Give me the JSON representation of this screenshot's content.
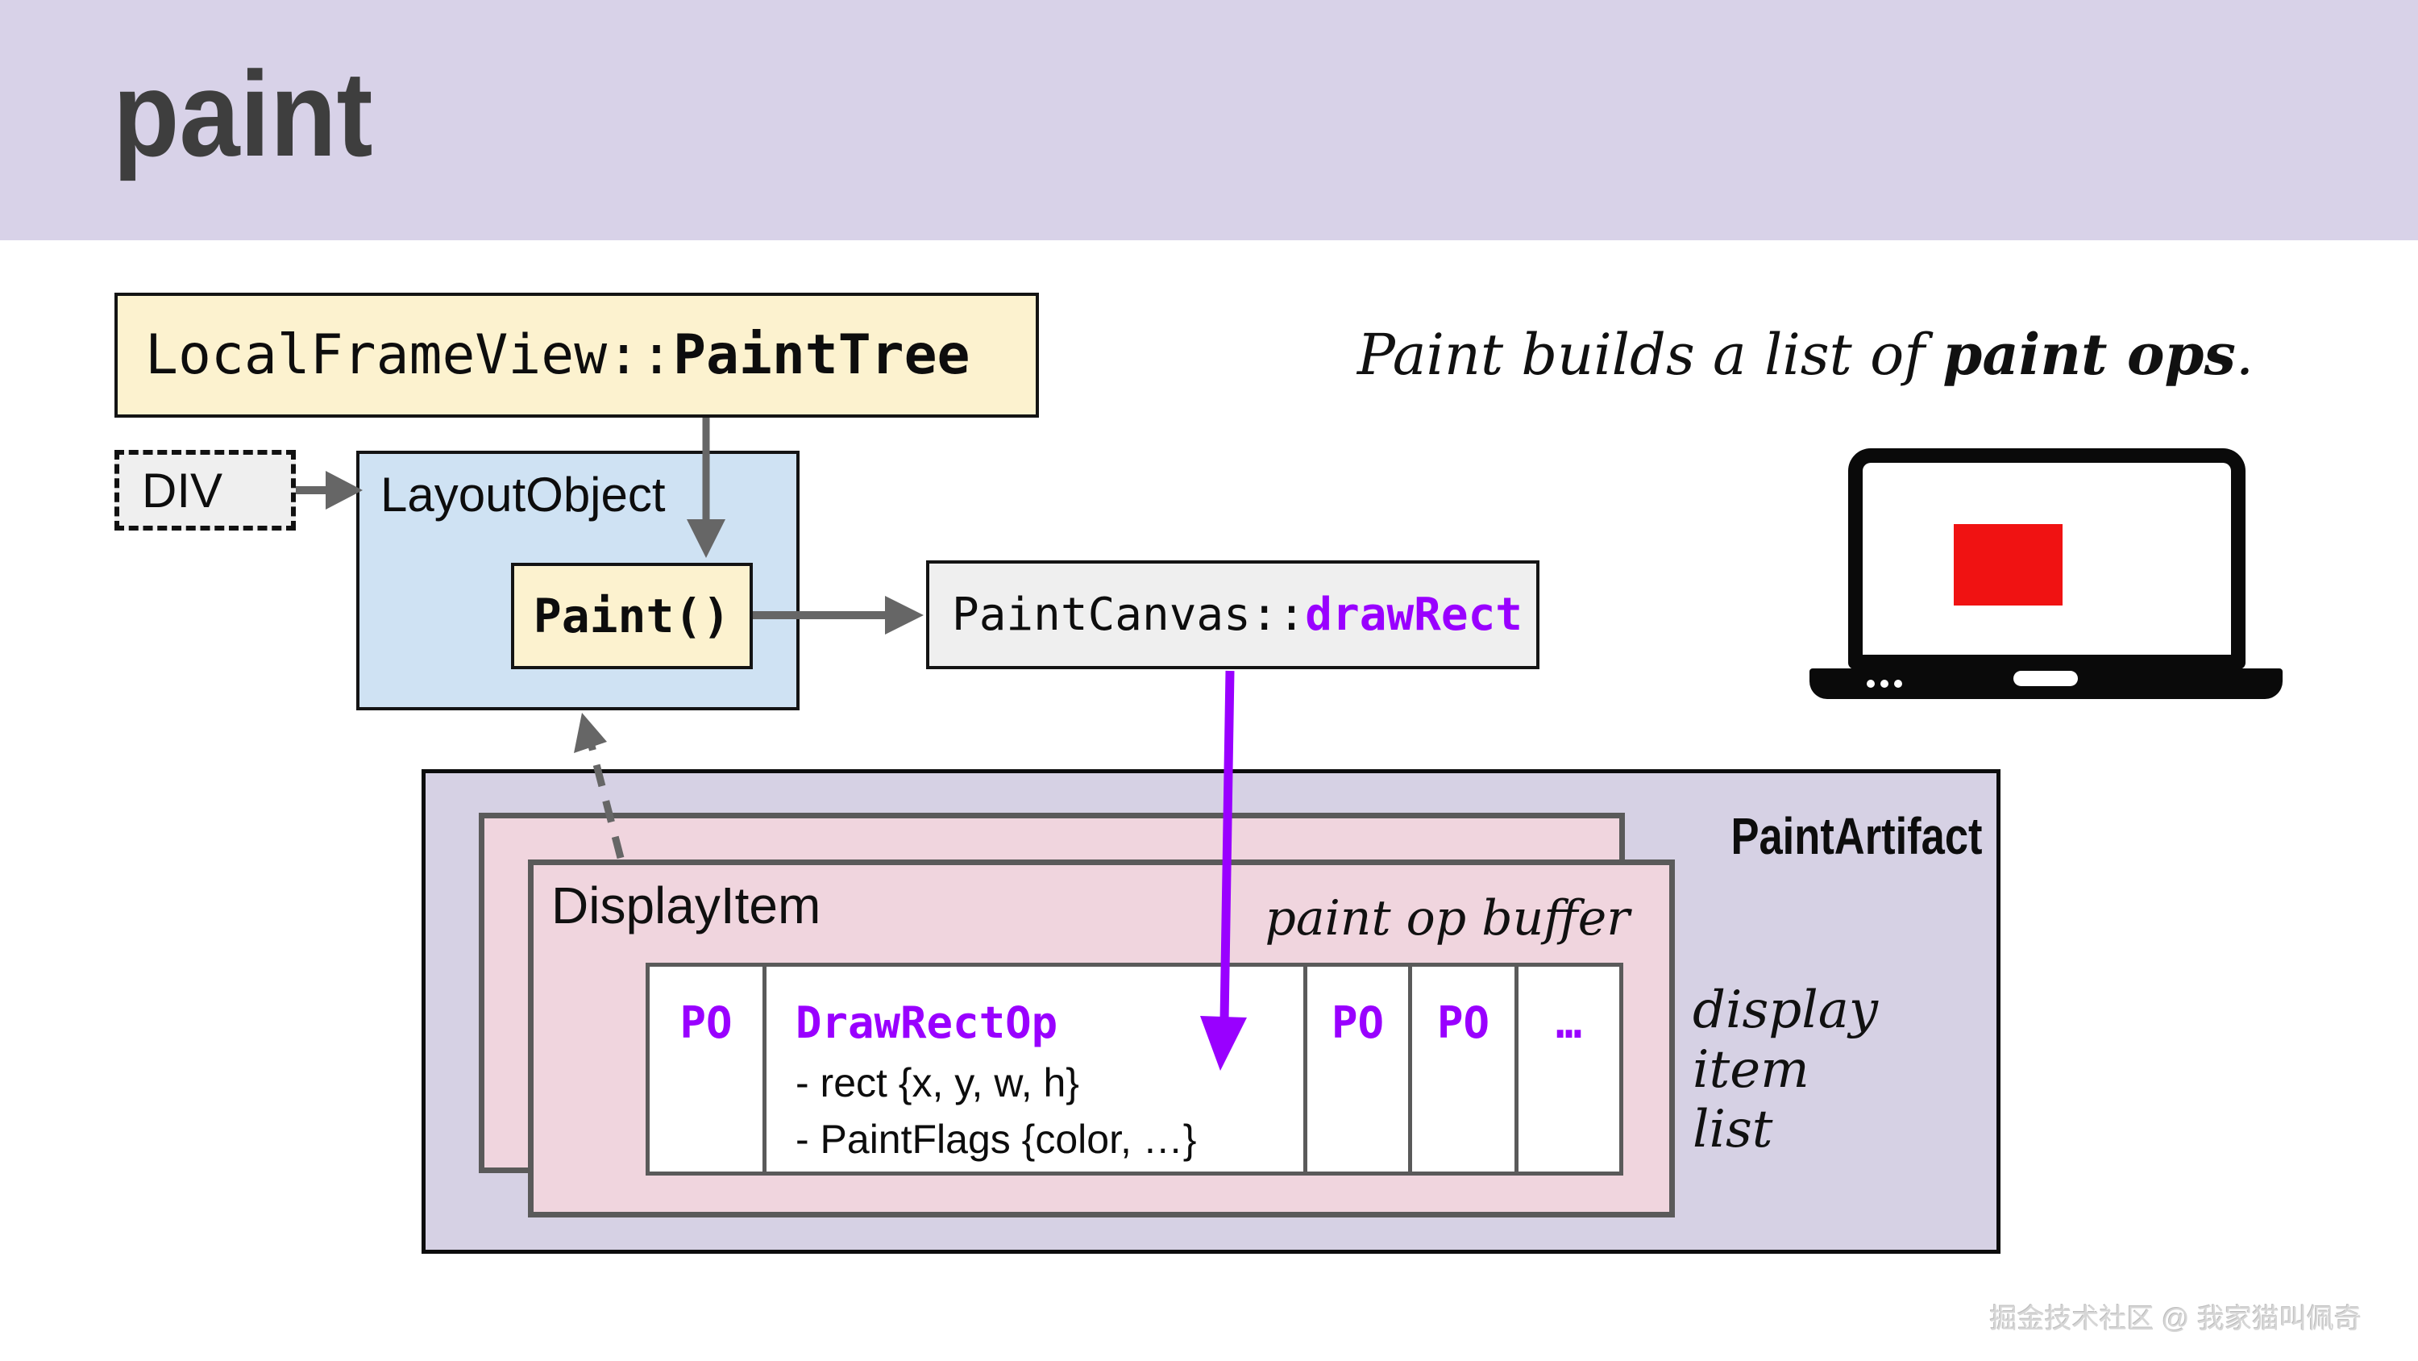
{
  "slide": {
    "title": "paint"
  },
  "headline": {
    "pre": "Paint builds a list of ",
    "bold": "paint ops",
    "post": "."
  },
  "boxes": {
    "paint_tree": {
      "plain": "LocalFrameView::",
      "bold": "PaintTree"
    },
    "div": {
      "label": "DIV"
    },
    "layout_object": {
      "label": "LayoutObject"
    },
    "paint_fn": {
      "label": "Paint()"
    },
    "paint_canvas": {
      "plain": "PaintCanvas::",
      "accent": "drawRect"
    }
  },
  "artifact": {
    "title": "PaintArtifact",
    "display_item_label": "DisplayItem",
    "buffer_label": "paint op buffer",
    "side_note_lines": [
      "display",
      "item",
      "list"
    ],
    "table": {
      "cells": [
        {
          "type": "po",
          "text": "PO"
        },
        {
          "type": "op",
          "title": "DrawRectOp",
          "details": [
            "- rect {x, y, w, h}",
            "- PaintFlags {color, …}"
          ]
        },
        {
          "type": "po",
          "text": "PO"
        },
        {
          "type": "po",
          "text": "PO"
        },
        {
          "type": "ellipsis",
          "text": "…"
        }
      ]
    }
  },
  "watermark": "掘金技术社区 @ 我家猫叫佩奇",
  "colors": {
    "header_bg": "#d8d2e8",
    "artifact_bg": "#d6d1e4",
    "code_box_cream": "#fcf2cf",
    "layout_blue": "#cfe2f3",
    "gray_box": "#efefef",
    "display_item_pink": "#f0d5de",
    "accent_purple": "#9900ff",
    "arrow_gray": "#666666",
    "box_border_gray": "#5a5a5a",
    "screen_red": "#f01212",
    "title_gray": "#3e3e3e"
  }
}
